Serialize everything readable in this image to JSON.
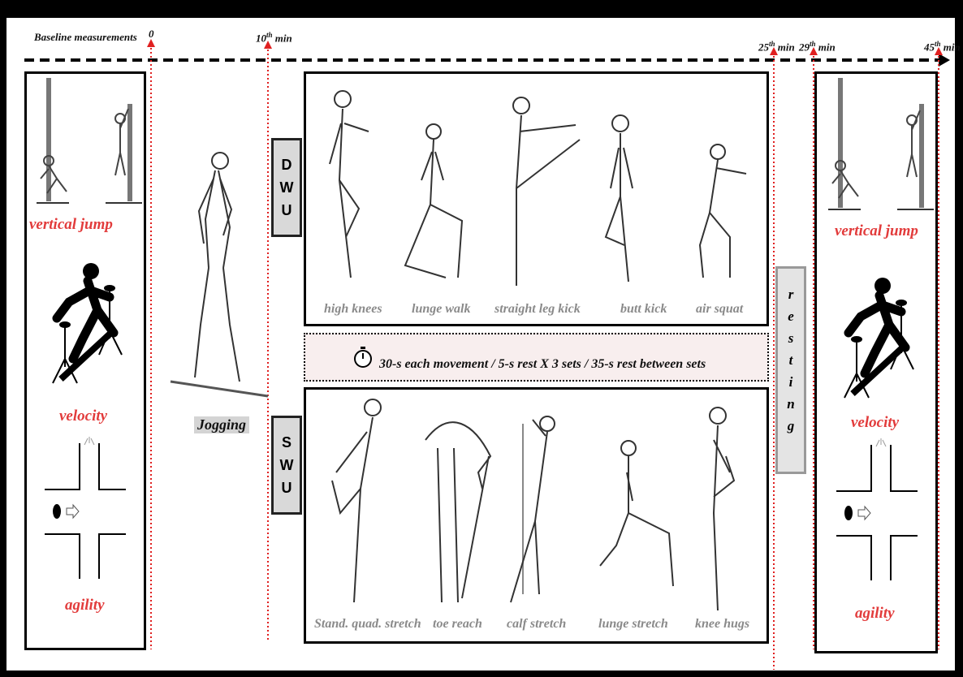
{
  "timeline": {
    "baseline": "Baseline measurements",
    "t0": "0",
    "t10": {
      "num": "10",
      "sup": "th",
      "unit": " min"
    },
    "t25": {
      "num": "25",
      "sup": "th",
      "unit": " min"
    },
    "t29": {
      "num": "29",
      "sup": "th",
      "unit": " min"
    },
    "t45": {
      "num": "45",
      "sup": "th",
      "unit": " min"
    }
  },
  "pre_test": {
    "vertical_jump": "vertical jump",
    "velocity": "velocity",
    "agility": "agility"
  },
  "post_test": {
    "vertical_jump": "vertical jump",
    "velocity": "velocity",
    "agility": "agility"
  },
  "jogging": "Jogging",
  "dwu": {
    "letters": [
      "D",
      "W",
      "U"
    ],
    "movements": [
      "high knees",
      "lunge walk",
      "straight leg kick",
      "butt kick",
      "air squat"
    ]
  },
  "protocol": "30-s each movement / 5-s rest X 3 sets / 35-s rest between sets",
  "swu": {
    "letters": [
      "S",
      "W",
      "U"
    ],
    "movements": [
      "Stand. quad. stretch",
      "toe reach",
      "calf stretch",
      "lunge stretch",
      "knee hugs"
    ]
  },
  "resting": [
    "r",
    "e",
    "s",
    "t",
    "i",
    "n",
    "g"
  ],
  "colors": {
    "accent_red": "#e23b3b",
    "label_grey": "#8a8a8a",
    "tag_grey": "#d9d9d9",
    "protocol_bg": "#f8eeee"
  }
}
